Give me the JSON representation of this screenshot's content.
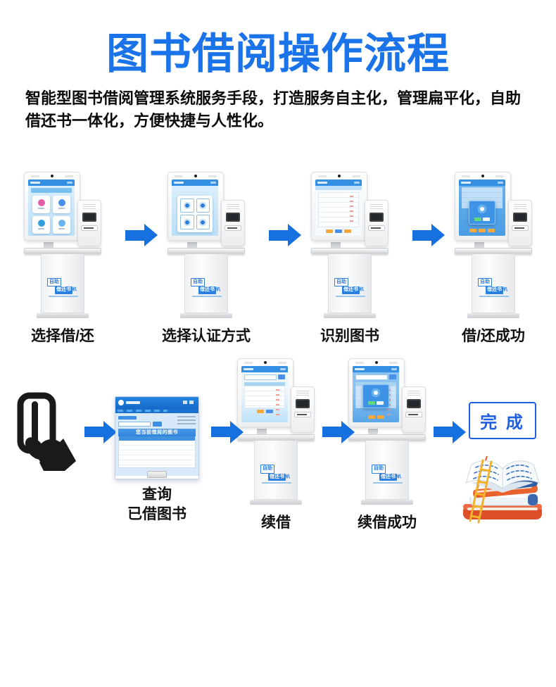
{
  "page": {
    "title": "图书借阅操作流程",
    "subtitle": "智能型图书借阅管理系统服务手段，打造服务自主化，管理扁平化，自助借还书一体化，方便快捷与人性化。"
  },
  "colors": {
    "accent": "#1a73e8",
    "arrow": "#1670e0",
    "finish": "#1d5fe0",
    "badge": "#2b7fe0",
    "screen": "#3490e4"
  },
  "kiosk": {
    "badge_outline": "自助",
    "badge_filled": "借还书",
    "badge_suffix": "机"
  },
  "flow_row1": {
    "steps": [
      {
        "caption": "选择借/还"
      },
      {
        "caption": "选择认证方式"
      },
      {
        "caption": "识别图书"
      },
      {
        "caption": "借/还成功"
      }
    ]
  },
  "flow_row2": {
    "card_icon": "hand-inserting-card",
    "webpage": {
      "screen_title": "您当前借阅的图书",
      "caption_line1": "查询",
      "caption_line2": "已借图书"
    },
    "steps": [
      {
        "caption": "续借"
      },
      {
        "caption": "续借成功"
      }
    ],
    "finish_label": "完 成",
    "books_icon": "stacked-books-with-open-book"
  }
}
